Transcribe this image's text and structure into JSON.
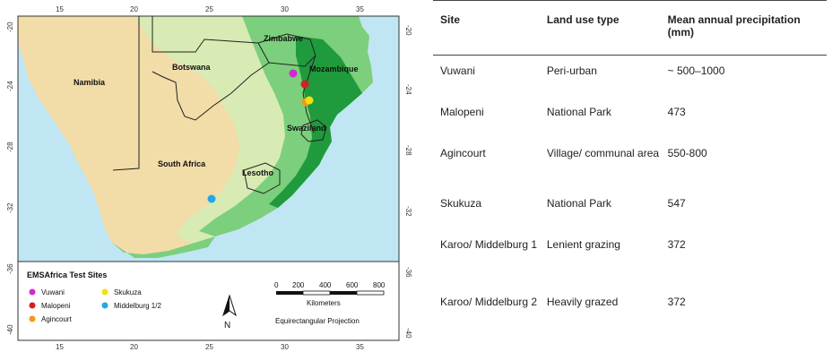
{
  "map": {
    "longitude_ticks": [
      "15",
      "20",
      "25",
      "30",
      "35"
    ],
    "latitude_ticks": [
      "-20",
      "-24",
      "-28",
      "-32",
      "-36",
      "-40"
    ],
    "country_labels": {
      "namibia": "Namibia",
      "botswana": "Botswana",
      "zimbabwe": "Zimbabwe",
      "mozambique": "Mozambique",
      "south_africa": "South Africa",
      "swaziland": "Swaziland",
      "lesotho": "Lesotho"
    },
    "colors": {
      "ocean": "#bfe6f2",
      "arid": "#f2dca8",
      "semi_arid": "#d8ebb4",
      "vegetated": "#7ccf7c",
      "dense_vegetation": "#1f9a3c"
    },
    "sites": [
      {
        "name": "Vuwani",
        "color": "#d12ad1"
      },
      {
        "name": "Malopeni",
        "color": "#d61f1f"
      },
      {
        "name": "Agincourt",
        "color": "#f29a12"
      },
      {
        "name": "Skukuza",
        "color": "#f2e012"
      },
      {
        "name": "Middelburg 1/2",
        "color": "#22a8e6"
      }
    ],
    "legend": {
      "title": "EMSAfrica Test Sites",
      "items": [
        "Vuwani",
        "Malopeni",
        "Agincourt",
        "Skukuza",
        "Middelburg 1/2"
      ]
    },
    "north_arrow": "N",
    "scale_bar": {
      "ticks": [
        "0",
        "200",
        "400",
        "600",
        "800"
      ],
      "unit": "Kilometers",
      "projection": "Equirectangular Projection"
    }
  },
  "table": {
    "headers": [
      "Site",
      "Land use type",
      "Mean annual precipitation (mm)"
    ],
    "rows": [
      {
        "site": "Vuwani",
        "land_use": "Peri-urban",
        "precip": "~ 500–1000"
      },
      {
        "site": "Malopeni",
        "land_use": "National Park",
        "precip": "473"
      },
      {
        "site": "Agincourt",
        "land_use": "Village/ communal area",
        "precip": "550-800"
      },
      {
        "site": "Skukuza",
        "land_use": "National Park",
        "precip": "547"
      },
      {
        "site": "Karoo/ Middelburg 1",
        "land_use": "Lenient grazing",
        "precip": "372"
      },
      {
        "site": "Karoo/ Middelburg 2",
        "land_use": "Heavily grazed",
        "precip": "372"
      }
    ]
  }
}
